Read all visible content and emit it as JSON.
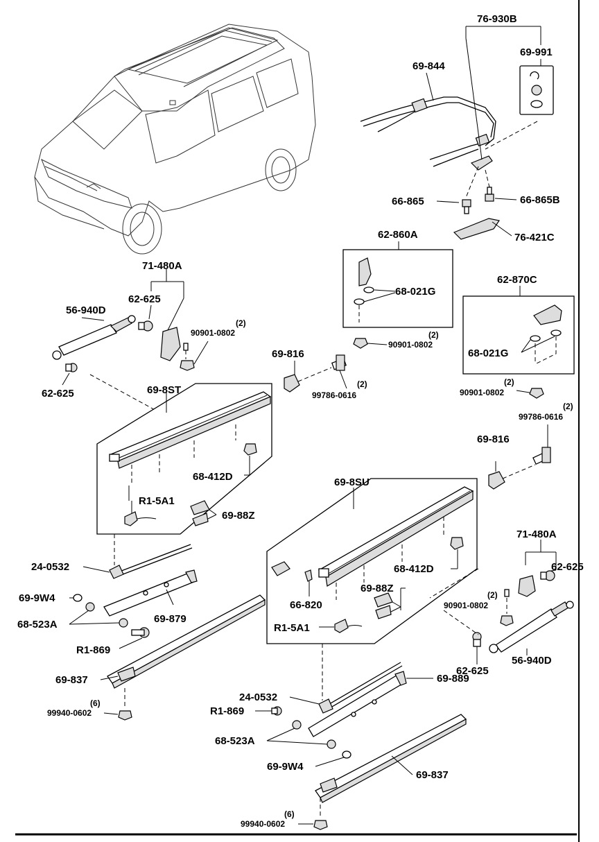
{
  "labels": {
    "l_76_930B": "76-930B",
    "l_69_991": "69-991",
    "l_69_844": "69-844",
    "l_66_865": "66-865",
    "l_66_865B": "66-865B",
    "l_76_421C": "76-421C",
    "l_62_860A": "62-860A",
    "l_68_021G_a": "68-021G",
    "l_90901_0802_a": "90901-0802",
    "l_90901_0802_a_qty": "(2)",
    "l_62_870C": "62-870C",
    "l_68_021G_b": "68-021G",
    "l_90901_0802_b": "90901-0802",
    "l_90901_0802_b_qty": "(2)",
    "l_99786_0616_b": "99786-0616",
    "l_99786_0616_b_qty": "(2)",
    "l_69_816_b": "69-816",
    "l_71_480A_a": "71-480A",
    "l_62_625_a": "62-625",
    "l_56_940D_a": "56-940D",
    "l_90901_0802_c": "90901-0802",
    "l_90901_0802_c_qty": "(2)",
    "l_62_625_b": "62-625",
    "l_69_816_a": "69-816",
    "l_99786_0616_a": "99786-0616",
    "l_99786_0616_a_qty": "(2)",
    "l_69_8ST": "69-8ST",
    "l_68_412D_a": "68-412D",
    "l_R1_5A1_a": "R1-5A1",
    "l_69_88Z_a": "69-88Z",
    "l_69_8SU": "69-8SU",
    "l_68_412D_b": "68-412D",
    "l_66_820": "66-820",
    "l_69_88Z_b": "69-88Z",
    "l_R1_5A1_b": "R1-5A1",
    "l_71_480A_b": "71-480A",
    "l_62_625_c": "62-625",
    "l_90901_0802_d": "90901-0802",
    "l_90901_0802_d_qty": "(2)",
    "l_56_940D_b": "56-940D",
    "l_62_625_d": "62-625",
    "l_24_0532_a": "24-0532",
    "l_69_9W4_a": "69-9W4",
    "l_68_523A_a": "68-523A",
    "l_69_879": "69-879",
    "l_R1_869_a": "R1-869",
    "l_69_837_a": "69-837",
    "l_99940_0602_a": "99940-0602",
    "l_99940_0602_a_qty": "(6)",
    "l_24_0532_b": "24-0532",
    "l_69_889": "69-889",
    "l_R1_869_b": "R1-869",
    "l_68_523A_b": "68-523A",
    "l_69_9W4_b": "69-9W4",
    "l_69_837_b": "69-837",
    "l_99940_0602_b": "99940-0602",
    "l_99940_0602_b_qty": "(6)"
  }
}
